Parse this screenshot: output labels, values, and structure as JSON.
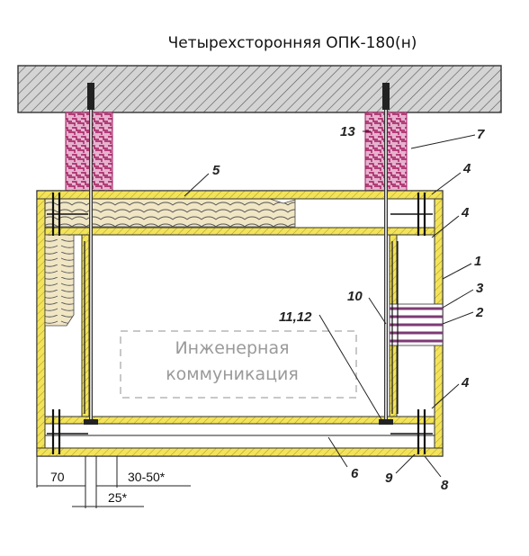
{
  "title": "Четырехсторонняя ОПК-180(н)",
  "utility_label_line1": "Инженерная",
  "utility_label_line2": "коммуникация",
  "callouts": {
    "c1": "1",
    "c2": "2",
    "c3": "3",
    "c4_top_outer": "4",
    "c4_top_inner": "4",
    "c4_bottom": "4",
    "c5": "5",
    "c6": "6",
    "c7": "7",
    "c8": "8",
    "c9": "9",
    "c10": "10",
    "c11_12": "11,12",
    "c13": "13"
  },
  "dimensions": {
    "d70": "70",
    "d30_50": "30-50*",
    "d25": "25*"
  },
  "colors": {
    "board_fill": "#f3e35a",
    "board_edge": "#333333",
    "ceiling_fill": "#d4d4d4",
    "support_fill": "#e6b2ce",
    "support_pattern": "#a11a5e",
    "insulation_fill": "#f1e6c4",
    "seal_stripe": "#7d3a74"
  }
}
